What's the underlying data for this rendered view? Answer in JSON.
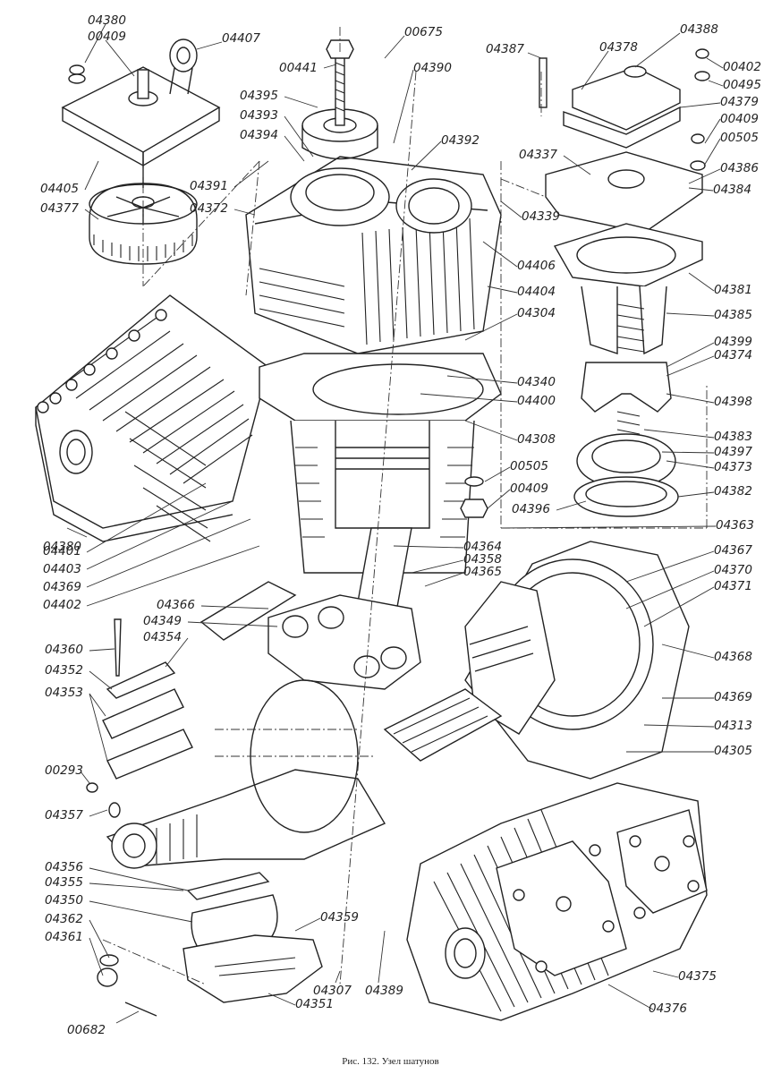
{
  "caption": "Рис. 132. Узел шатунов",
  "labels": [
    "04380",
    "00409",
    "04407",
    "00441",
    "00675",
    "04387",
    "04378",
    "04388",
    "00402",
    "00495",
    "04379",
    "00409",
    "00505",
    "04390",
    "04395",
    "04393",
    "04394",
    "04392",
    "04337",
    "04386",
    "04391",
    "04372",
    "04405",
    "04377",
    "04339",
    "04384",
    "04406",
    "04381",
    "04404",
    "04385",
    "04304",
    "04399",
    "04374",
    "04340",
    "04400",
    "04398",
    "04308",
    "04383",
    "04397",
    "04373",
    "00505",
    "00409",
    "04382",
    "04396",
    "04363",
    "04380",
    "04364",
    "04358",
    "04365",
    "04367",
    "04370",
    "04401",
    "04371",
    "04403",
    "04369",
    "04366",
    "04349",
    "04402",
    "04354",
    "04360",
    "04368",
    "04352",
    "04369",
    "04353",
    "04313",
    "04305",
    "00293",
    "04357",
    "04356",
    "04355",
    "04359",
    "04350",
    "04362",
    "04361",
    "04307",
    "04389",
    "04375",
    "04351",
    "00682",
    "04376"
  ]
}
